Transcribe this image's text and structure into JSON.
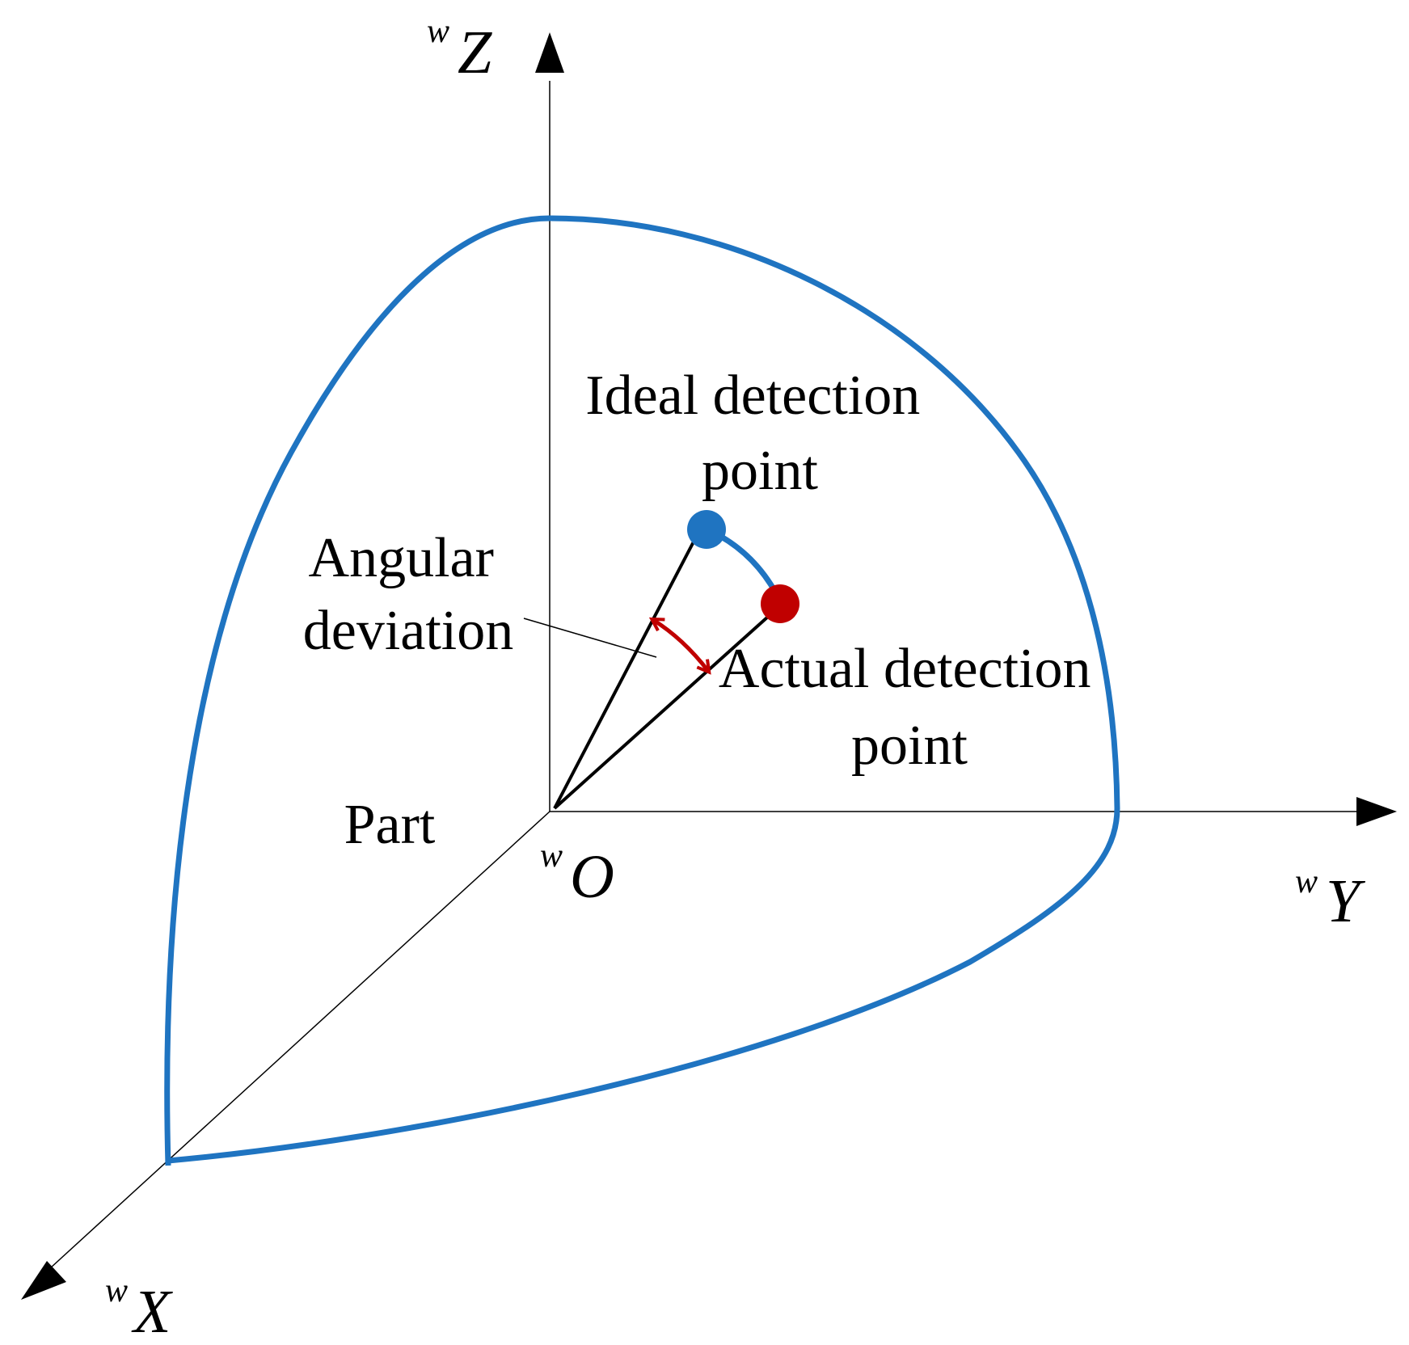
{
  "axes": {
    "z": {
      "superscript": "w",
      "name": "Z"
    },
    "y": {
      "superscript": "w",
      "name": "Y"
    },
    "x": {
      "superscript": "w",
      "name": "X"
    },
    "origin": {
      "superscript": "w",
      "name": "O"
    }
  },
  "labels": {
    "ideal_point": [
      "Ideal detection",
      "point"
    ],
    "actual_point": [
      "Actual detection",
      "point"
    ],
    "angular_deviation": [
      "Angular",
      "deviation"
    ],
    "part": "Part"
  },
  "colors": {
    "surface_outline": "#1f74c1",
    "ideal_point": "#1f74c1",
    "actual_point": "#c00000",
    "deviation_arrow": "#c00000",
    "axes": "#000000"
  }
}
